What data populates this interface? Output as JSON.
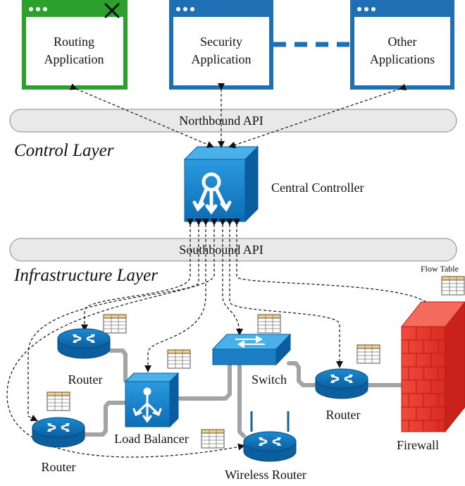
{
  "apps": {
    "routing": {
      "line1": "Routing",
      "line2": "Application"
    },
    "security": {
      "line1": "Security",
      "line2": "Application"
    },
    "other": {
      "line1": "Other",
      "line2": "Applications"
    }
  },
  "apis": {
    "northbound": "Northbound API",
    "southbound": "Southbound API"
  },
  "layers": {
    "control": "Control Layer",
    "infrastructure": "Infrastructure Layer"
  },
  "controller": {
    "label": "Central Controller"
  },
  "devices": {
    "router_top": "Router",
    "router_bottom": "Router",
    "load_balancer": "Load Balancer",
    "switch": "Switch",
    "wireless_router": "Wireless Router",
    "router_right": "Router",
    "firewall": "Firewall"
  },
  "flow_table": {
    "label": "Flow Table"
  },
  "colors": {
    "routing_app": "#2ca02c",
    "app_blue": "#1f6fb5",
    "device_blue": "#1a7fc4",
    "firewall_red": "#e8332b",
    "api_bar": "#e9e9e9"
  }
}
